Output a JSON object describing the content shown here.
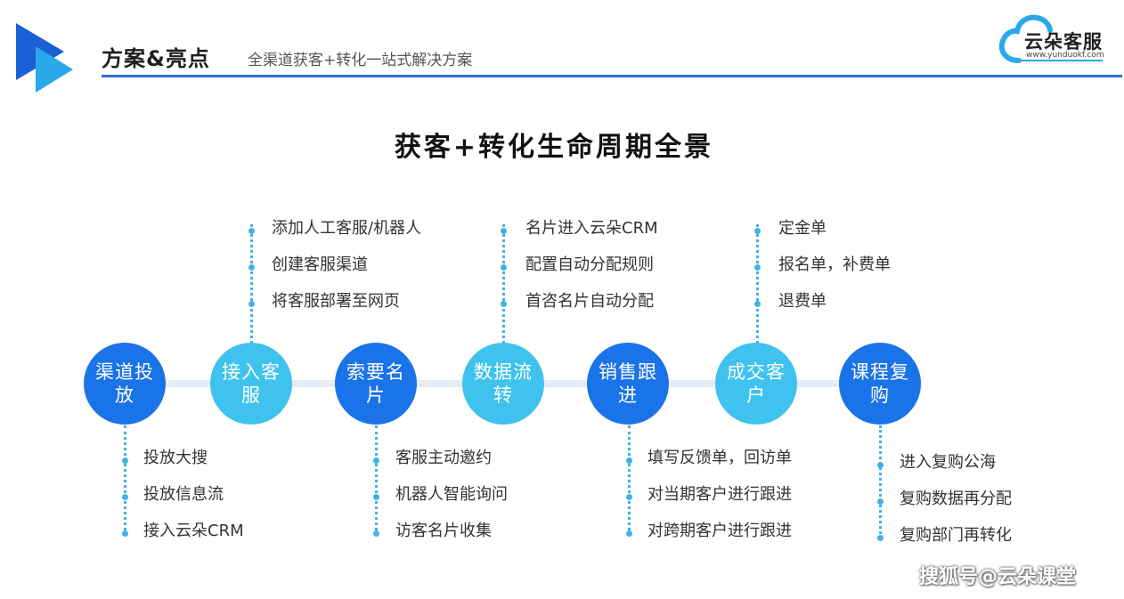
{
  "header": {
    "title": "方案&亮点",
    "subtitle": "全渠道获客+转化一站式解决方案"
  },
  "brand": {
    "name": "云朵客服",
    "url": "www.yunduokf.com"
  },
  "diagram_title": "获客+转化生命周期全景",
  "colors": {
    "primary": "#1a73e8",
    "secondary": "#3fc3ee",
    "accent_rule": "#2f6fd6",
    "dot": "#3fb2e8",
    "track": "#e6ecf4"
  },
  "stages": [
    {
      "label": "渠道投放",
      "items": [
        "投放大搜",
        "投放信息流",
        "接入云朵CRM"
      ]
    },
    {
      "label": "接入客服",
      "items": [
        "添加人工客服/机器人",
        "创建客服渠道",
        "将客服部署至网页"
      ]
    },
    {
      "label": "索要名片",
      "items": [
        "客服主动邀约",
        "机器人智能询问",
        "访客名片收集"
      ]
    },
    {
      "label": "数据流转",
      "items": [
        "名片进入云朵CRM",
        "配置自动分配规则",
        "首咨名片自动分配"
      ]
    },
    {
      "label": "销售跟进",
      "items": [
        "填写反馈单，回访单",
        "对当期客户进行跟进",
        "对跨期客户进行跟进"
      ]
    },
    {
      "label": "成交客户",
      "items": [
        "定金单",
        "报名单，补费单",
        "退费单"
      ]
    },
    {
      "label": "课程复购",
      "items": [
        "进入复购公海",
        "复购数据再分配",
        "复购部门再转化"
      ]
    }
  ],
  "watermark": "搜狐号@云朵课堂"
}
